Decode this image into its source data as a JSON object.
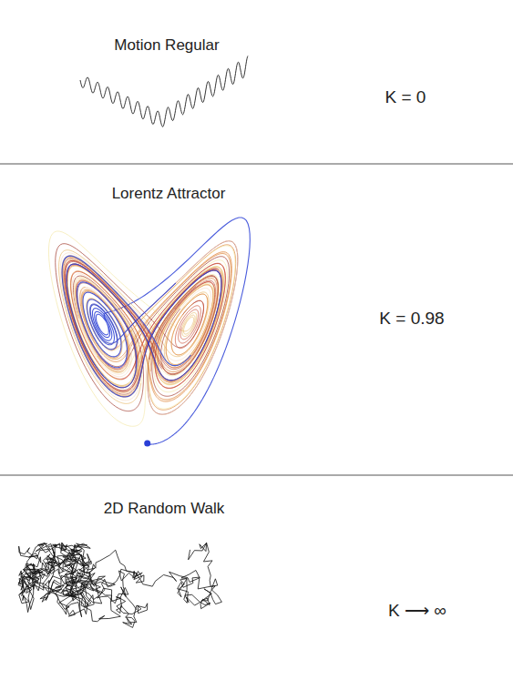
{
  "diagram": {
    "labels": [
      "Motion Regular",
      "K = 0",
      "Lorentz Attractor",
      "K = 0.98",
      "2D Random Walk",
      "K ⟶ ∞"
    ]
  }
}
